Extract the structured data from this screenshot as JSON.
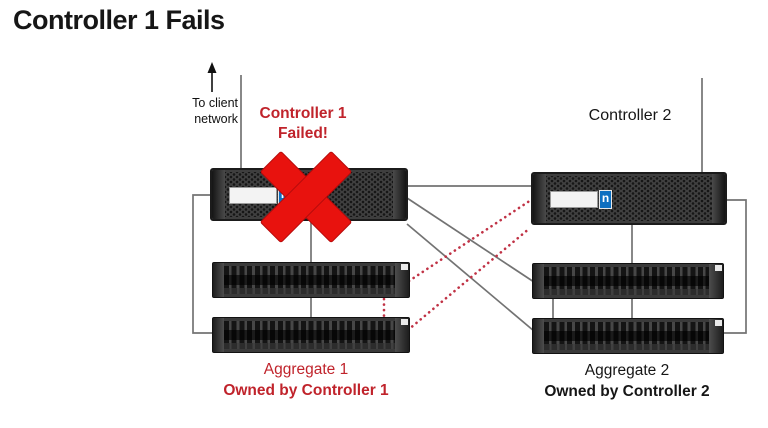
{
  "slide": {
    "title": "Controller 1 Fails"
  },
  "labels": {
    "client_network": "To client\nnetwork",
    "controller1_status": "Controller 1\nFailed!",
    "controller2_name": "Controller 2",
    "aggregate1_name": "Aggregate 1",
    "aggregate1_owner": "Owned by Controller 1",
    "aggregate2_name": "Aggregate 2",
    "aggregate2_owner": "Owned by Controller 2"
  },
  "devices": {
    "controller1": {
      "kind": "storage-controller",
      "logo_letter": "n",
      "status": "failed"
    },
    "controller2": {
      "kind": "storage-controller",
      "logo_letter": "n",
      "status": "active"
    },
    "left_shelves": [
      "disk-shelf-1",
      "disk-shelf-2"
    ],
    "right_shelves": [
      "disk-shelf-1",
      "disk-shelf-2"
    ]
  },
  "colors": {
    "failed_red": "#c0232b",
    "x_mark_red": "#e8120e",
    "dotted_path_red": "#c03245",
    "cable_gray": "#737373",
    "netapp_blue": "#0e6fc0"
  },
  "connections": [
    {
      "from": "controller-1",
      "to": "client-network",
      "style": "solid-gray"
    },
    {
      "from": "controller-2",
      "to": "client-network",
      "style": "solid-gray"
    },
    {
      "from": "controller-1",
      "to": "controller-2",
      "style": "solid-gray"
    },
    {
      "from": "controller-1",
      "to": "left-shelf-1",
      "style": "solid-gray"
    },
    {
      "from": "left-shelf-1",
      "to": "left-shelf-2",
      "style": "solid-gray"
    },
    {
      "from": "left-shelf-1",
      "to": "left-shelf-2",
      "style": "dotted-red"
    },
    {
      "from": "controller-1",
      "to": "left-shelf-2",
      "style": "solid-gray"
    },
    {
      "from": "controller-1",
      "to": "right-shelf-1",
      "style": "solid-gray"
    },
    {
      "from": "controller-1",
      "to": "right-shelf-2",
      "style": "solid-gray"
    },
    {
      "from": "controller-2",
      "to": "right-shelf-1",
      "style": "solid-gray"
    },
    {
      "from": "right-shelf-1",
      "to": "right-shelf-2",
      "style": "solid-gray"
    },
    {
      "from": "right-shelf-1",
      "to": "right-shelf-2",
      "style": "solid-gray"
    },
    {
      "from": "controller-2",
      "to": "right-shelf-2",
      "style": "solid-gray"
    },
    {
      "from": "left-shelf-1",
      "to": "controller-2",
      "style": "dotted-red"
    },
    {
      "from": "left-shelf-2",
      "to": "controller-2",
      "style": "dotted-red"
    }
  ]
}
